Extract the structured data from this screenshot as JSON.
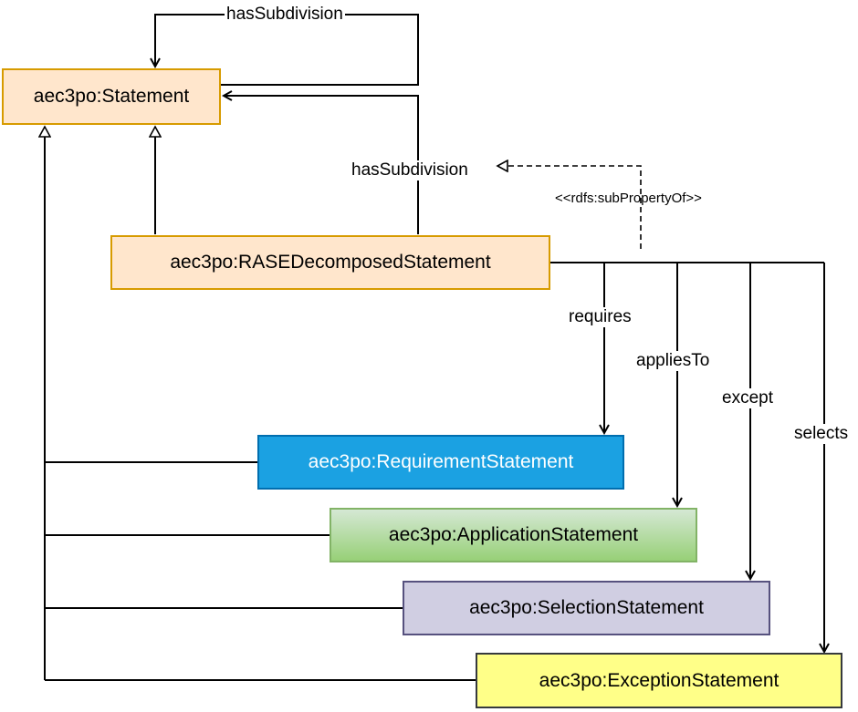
{
  "nodes": {
    "statement": "aec3po:Statement",
    "rase": "aec3po:RASEDecomposedStatement",
    "requirement": "aec3po:RequirementStatement",
    "application": "aec3po:ApplicationStatement",
    "selection": "aec3po:SelectionStatement",
    "exception": "aec3po:ExceptionStatement"
  },
  "edges": {
    "has_subdivision_self": "hasSubdivision",
    "has_subdivision_rase": "hasSubdivision",
    "subproperty_of": "<<rdfs:subPropertyOf>>",
    "requires": "requires",
    "applies_to": "appliesTo",
    "except": "except",
    "selects": "selects"
  },
  "colors": {
    "statement_fill": "#ffe6cc",
    "statement_border": "#d79b00",
    "requirement_fill": "#1ba1e2",
    "requirement_border": "#006eaf",
    "application_fill_top": "#d5e8d4",
    "application_fill_bottom": "#97d077",
    "application_border": "#82b366",
    "selection_fill": "#d0cee2",
    "selection_border": "#56517e",
    "exception_fill": "#ffff88",
    "exception_border": "#36393d"
  }
}
